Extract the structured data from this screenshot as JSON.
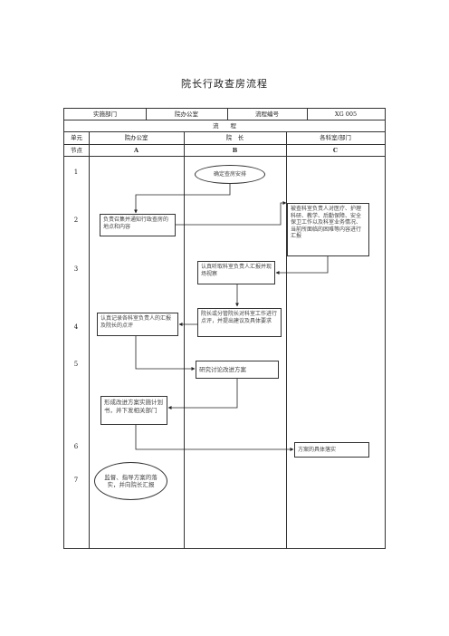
{
  "title": "院长行政查房流程",
  "header": {
    "dept_label": "实施部门",
    "dept_value": "院办公室",
    "code_label": "流程编号",
    "code_value": "XG 005",
    "process_label": "流　　程"
  },
  "columns": {
    "unit_label": "单元",
    "node_label": "节点",
    "col_a_name": "院办公室",
    "col_b_name": "院　长",
    "col_c_name": "各科室/部门",
    "col_a_letter": "A",
    "col_b_letter": "B",
    "col_c_letter": "C"
  },
  "nodes": [
    "1",
    "2",
    "3",
    "4",
    "5",
    "6",
    "7"
  ],
  "steps": {
    "b1": "确定查房安排",
    "a2": "负责召集并通知行政查房的地点和内容",
    "c2": "被查科室负责人对医疗、护理科研、教学、后勤保障、安全保卫工作以及科室业务情况、当前所面临的困难等内容进行汇报",
    "b3": "认真听取科室负责人汇报并现场视察",
    "b4": "院长或分管院长对科室工作进行点评，并提出建议及具体要求",
    "a4": "认真记录各科室负责人的汇报及院长的点评",
    "b5": "研究讨论改进方案",
    "a5": "形成改进方案实施计划书，并下发相关部门",
    "c6": "方案的具体落实",
    "a7": "监督、指导方案的落实，并向院长汇报"
  }
}
